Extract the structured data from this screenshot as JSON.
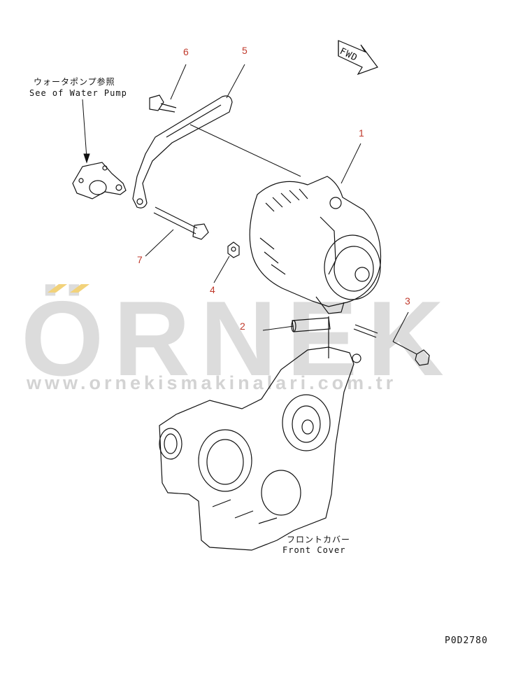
{
  "annotations": {
    "water_pump_jp": "ウォータポンプ参照",
    "water_pump_en": "See of Water Pump",
    "front_cover_jp": "フロントカバー",
    "front_cover_en": "Front Cover",
    "fwd": "FWD",
    "drawing_code": "P0D2780"
  },
  "callouts": [
    "1",
    "2",
    "3",
    "4",
    "5",
    "6",
    "7"
  ],
  "watermark": {
    "brand": "ÖRNEK",
    "url": "www.ornekismakinalari.com.tr",
    "accent_color": "#f2d27a"
  },
  "colors": {
    "callout": "#c0392b",
    "line": "#111111"
  }
}
